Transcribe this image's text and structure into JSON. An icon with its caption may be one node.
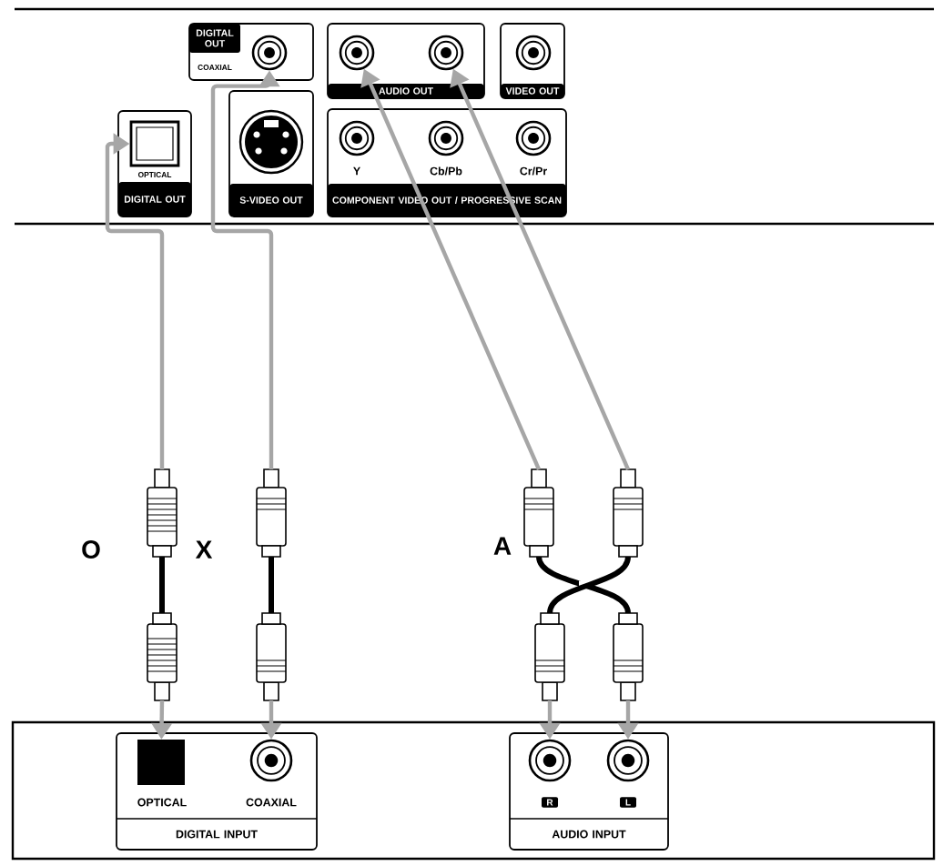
{
  "diagram": {
    "nodes": [
      {
        "text": [
          "DIGITAL OUT",
          "COAXIAL"
        ]
      },
      {
        "text": [],
        "shape": "circle",
        "in": 0
      },
      {
        "text": [
          "AUDIO OUT"
        ]
      },
      {
        "text": [],
        "shape": "circle",
        "in": 2
      },
      {
        "text": [],
        "shape": "circle",
        "in": 2
      },
      {
        "text": [
          "VIDEO OUT"
        ]
      },
      {
        "text": [
          "OPTICAL",
          "DIGITAL OUT"
        ]
      },
      {
        "text": [],
        "shape": "box",
        "in": 6
      },
      {
        "text": [
          "S-VIDEO OUT"
        ]
      },
      {
        "text": [
          "Y",
          "Cb/Pb",
          "Cr/Pr",
          "COMPONENT VIDEO OUT / PROGRESSIVE SCAN"
        ]
      },
      {
        "text": [],
        "shape": "box"
      },
      {
        "text": [
          "OPTICAL",
          "COAXIAL",
          "DIGITAL INPUT"
        ],
        "in": 10
      },
      {
        "text": [],
        "shape": "box",
        "in": 11
      },
      {
        "text": [],
        "shape": "circle",
        "in": 11
      },
      {
        "text": [
          "R",
          "L",
          "AUDIO INPUT"
        ],
        "in": 10
      },
      {
        "text": [],
        "shape": "circle",
        "in": 14
      },
      {
        "text": [],
        "shape": "circle",
        "in": 14
      }
    ],
    "edges": [
      {
        "from": null,
        "to": 7,
        "arrow": "to"
      },
      {
        "from": null,
        "to": 1,
        "arrow": "to"
      },
      {
        "from": null,
        "to": 3,
        "arrow": "to"
      },
      {
        "from": null,
        "to": 4,
        "arrow": "to"
      },
      {
        "from": null,
        "to": 12,
        "arrow": "to"
      },
      {
        "from": null,
        "to": 13,
        "arrow": "to"
      },
      {
        "from": null,
        "to": 15,
        "arrow": "to"
      },
      {
        "from": null,
        "to": 16,
        "arrow": "to"
      }
    ],
    "labels": [
      "O",
      "X",
      "A"
    ]
  }
}
